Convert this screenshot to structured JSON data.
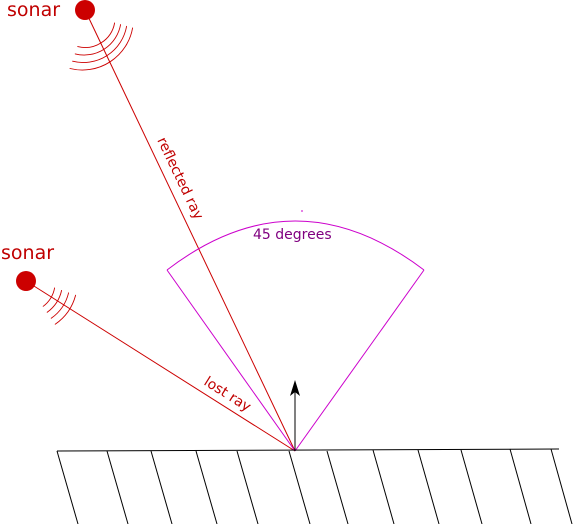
{
  "labels": {
    "sonar_top": "sonar",
    "sonar_left": "sonar",
    "reflected_ray": "reflected ray",
    "lost_ray": "lost ray",
    "angle": "45 degrees"
  },
  "colors": {
    "sonar": "#cc0000",
    "sonar_label": "#c00000",
    "ray": "#cc0000",
    "angle": "#cc00cc",
    "angle_label": "#800080",
    "surface": "#000000",
    "normal_arrow": "#000000"
  }
}
